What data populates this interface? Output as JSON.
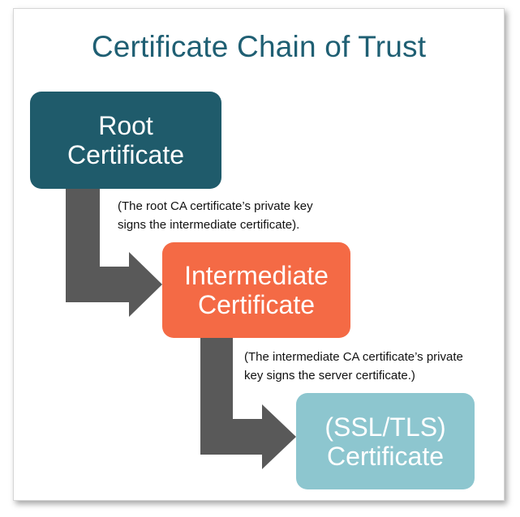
{
  "title": "Certificate Chain of Trust",
  "nodes": {
    "root": {
      "line1": "Root",
      "line2": "Certificate",
      "color": "#1f5b6b"
    },
    "intermediate": {
      "line1": "Intermediate",
      "line2": "Certificate",
      "color": "#f46a45"
    },
    "server": {
      "line1": "(SSL/TLS)",
      "line2": "Certificate",
      "color": "#8dc6cf"
    }
  },
  "notes": {
    "root_to_intermediate": {
      "line1": "(The root CA certificate’s private key",
      "line2": "signs the intermediate certificate)."
    },
    "intermediate_to_server": {
      "line1": "(The intermediate CA certificate’s private",
      "line2": "key signs the server certificate.)"
    }
  },
  "colors": {
    "title": "#1f5f73",
    "arrow": "#595959"
  }
}
